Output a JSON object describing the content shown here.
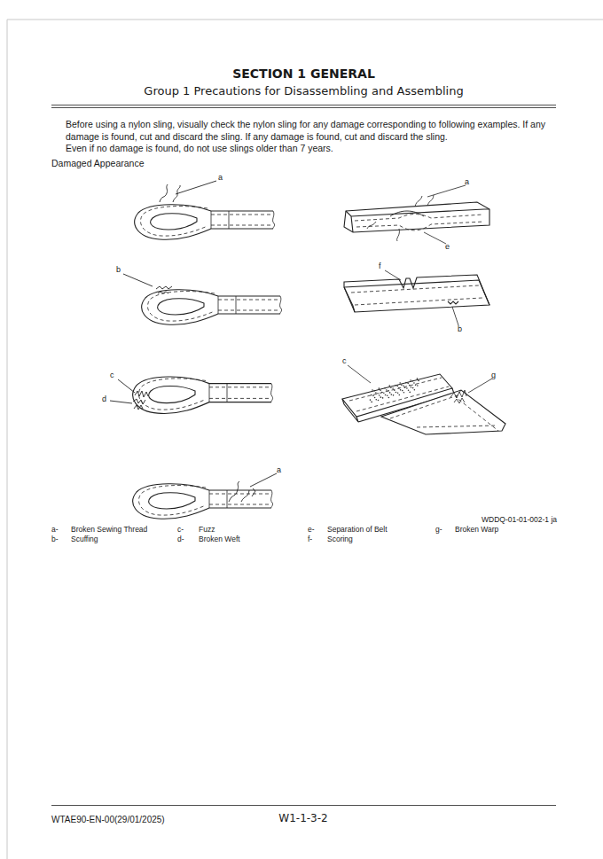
{
  "diagram": {
    "title": "SECTION 1 GENERAL",
    "labels": [
      "Group 1 Precautions for Disassembling and Assembling",
      "Before using a nylon sling, visually check the nylon sling for any damage corresponding to following examples. If any damage is found, cut and discard the sling. If any damage is found, cut and discard the sling.",
      "Even if no damage is found, do not use slings older than 7 years.",
      "Damaged Appearance",
      "a",
      "a",
      "e",
      "b",
      "f",
      "b",
      "c",
      "d",
      "c",
      "g",
      "a",
      "WDDQ-01-01-002-1 ja",
      "a-",
      "Broken Sewing Thread",
      "c-",
      "Fuzz",
      "e-",
      "Separation of Belt",
      "g-",
      "Broken Warp",
      "b-",
      "Scuffing",
      "d-",
      "Broken Weft",
      "f-",
      "Scoring",
      "WTAE90-EN-00(29/01/2025)",
      "W1-1-3-2"
    ]
  }
}
